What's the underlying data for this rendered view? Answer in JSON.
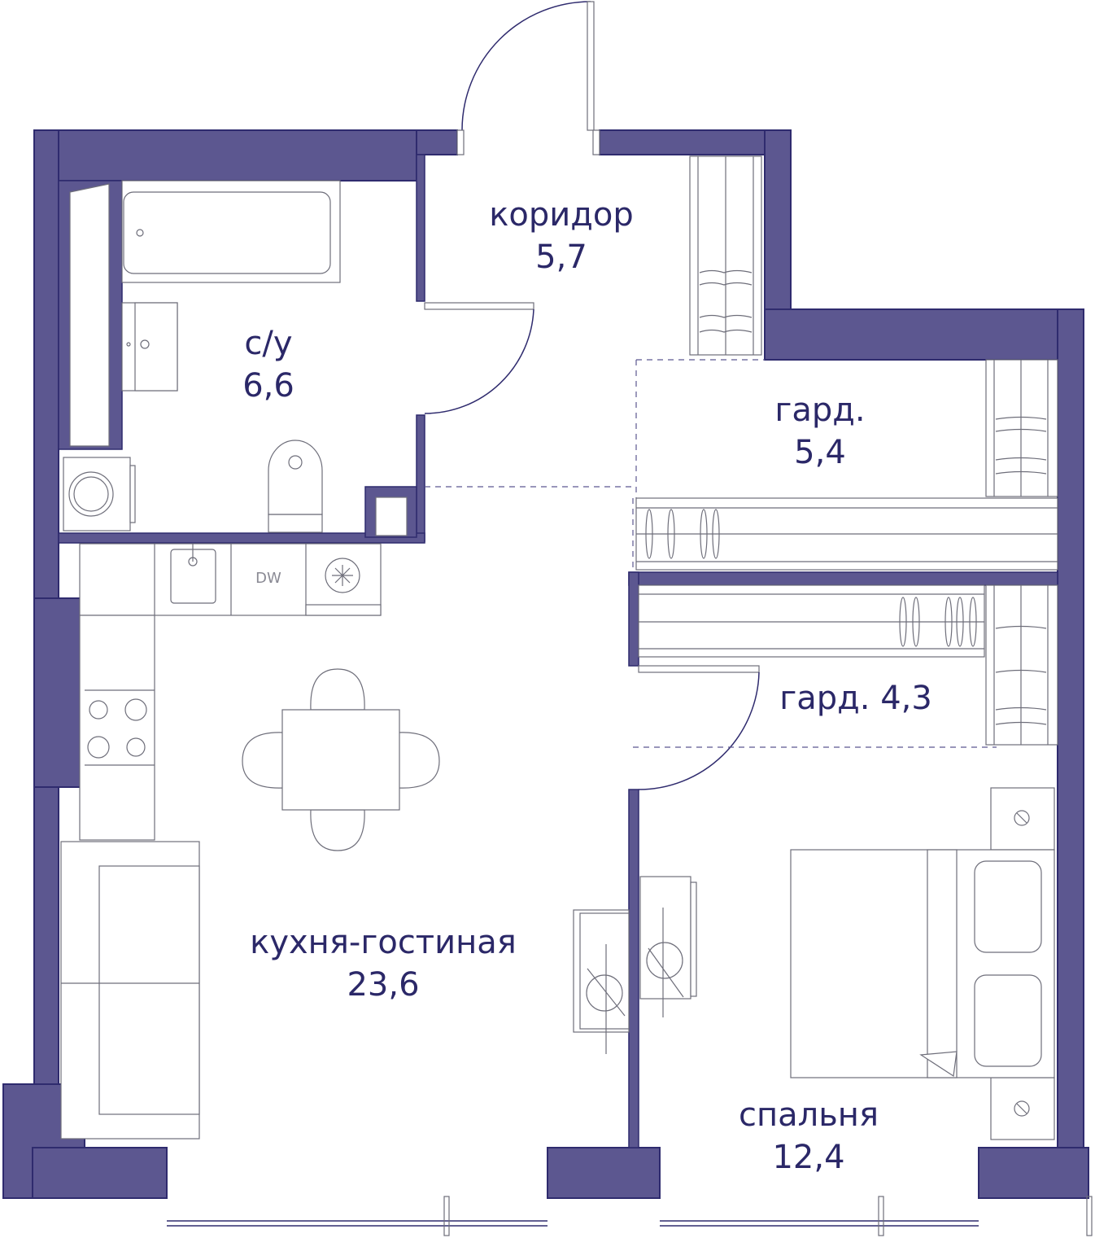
{
  "rooms": [
    {
      "id": "corridor",
      "name": "коридор",
      "area": "5,7"
    },
    {
      "id": "bathroom",
      "name": "с/у",
      "area": "6,6"
    },
    {
      "id": "wardrobe1",
      "name": "гард.",
      "area": "5,4"
    },
    {
      "id": "wardrobe2",
      "name": "гард. 4,3",
      "area": ""
    },
    {
      "id": "living",
      "name": "кухня-гостиная",
      "area": "23,6"
    },
    {
      "id": "bedroom",
      "name": "спальня",
      "area": "12,4"
    }
  ],
  "appliances": {
    "dishwasher": "DW"
  },
  "colors": {
    "wall": "#5c5790",
    "text": "#2b2868"
  }
}
